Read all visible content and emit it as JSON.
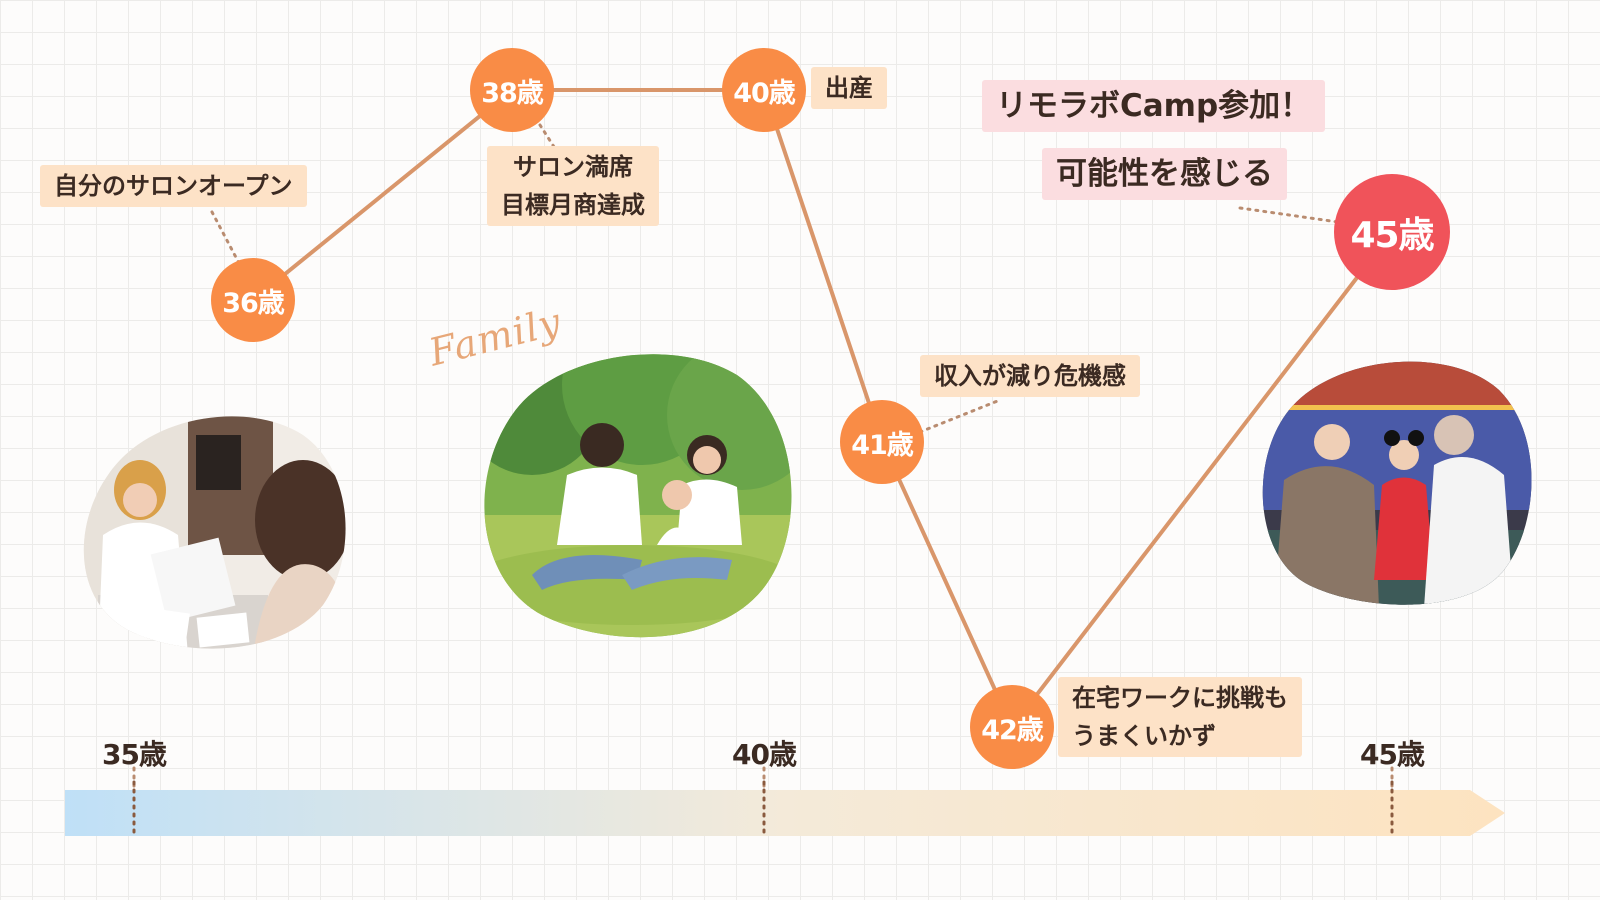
{
  "timeline": {
    "nodes": [
      {
        "id": "n36",
        "label": "36歳"
      },
      {
        "id": "n38",
        "label": "38歳"
      },
      {
        "id": "n40",
        "label": "40歳"
      },
      {
        "id": "n41",
        "label": "41歳"
      },
      {
        "id": "n42",
        "label": "42歳"
      },
      {
        "id": "n45",
        "label": "45歳"
      }
    ],
    "events": {
      "salon_open": "自分のサロンオープン",
      "salon_full_line1": "サロン満席",
      "salon_full_line2": "目標月商達成",
      "birth": "出産",
      "income_drop": "収入が減り危機感",
      "remote_line1": "在宅ワークに挑戦も",
      "remote_line2": "うまくいかず",
      "camp": "リモラボCamp参加！",
      "possibility": "可能性を感じる"
    }
  },
  "axis": {
    "ticks": [
      "35歳",
      "40歳",
      "45歳"
    ],
    "gradient_start": "#bfe0f7",
    "gradient_end": "#fde3c0"
  },
  "decor": {
    "script_text": "Family"
  },
  "colors": {
    "node": "#f98c46",
    "node_highlight": "#f0535a",
    "line": "#d9966a",
    "label_bg": "#fde2c7",
    "label_pink_bg": "#fbdde0"
  },
  "photos": [
    {
      "name": "salon-photo"
    },
    {
      "name": "family-photo"
    },
    {
      "name": "amusement-park-photo"
    }
  ]
}
